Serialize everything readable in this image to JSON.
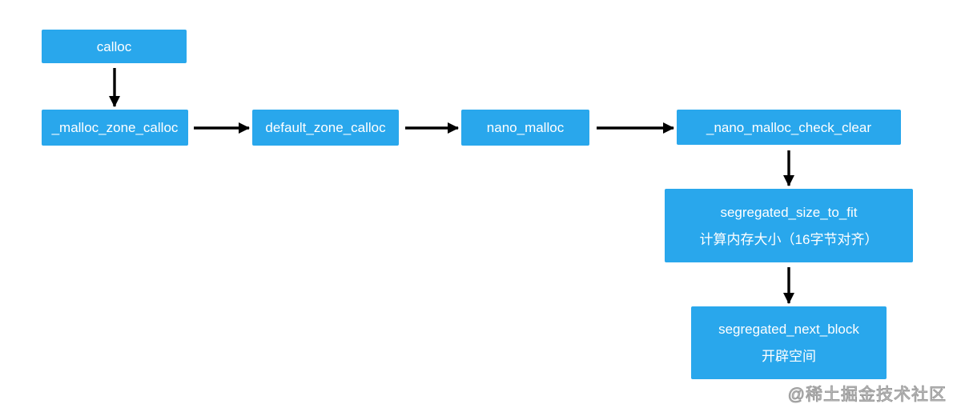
{
  "diagram": {
    "title_hint": "calloc nano-malloc call flow",
    "type": "flowchart",
    "colors": {
      "node_fill": "#29a7ec",
      "node_text": "#ffffff",
      "arrow": "#000000",
      "background": "#ffffff",
      "watermark": "#9a9a9a"
    },
    "nodes": [
      {
        "id": "calloc",
        "label": "calloc"
      },
      {
        "id": "malloc-zone-calloc",
        "label": "_malloc_zone_calloc"
      },
      {
        "id": "default-zone-calloc",
        "label": "default_zone_calloc"
      },
      {
        "id": "nano-malloc",
        "label": "nano_malloc"
      },
      {
        "id": "nano-malloc-check-clear",
        "label": "_nano_malloc_check_clear"
      },
      {
        "id": "segregated-size-to-fit",
        "label": "segregated_size_to_fit",
        "sublabel": "计算内存大小（16字节对齐）"
      },
      {
        "id": "segregated-next-block",
        "label": "segregated_next_block",
        "sublabel": "开辟空间"
      }
    ],
    "edges": [
      {
        "from": "calloc",
        "to": "malloc-zone-calloc",
        "direction": "down"
      },
      {
        "from": "malloc-zone-calloc",
        "to": "default-zone-calloc",
        "direction": "right"
      },
      {
        "from": "default-zone-calloc",
        "to": "nano-malloc",
        "direction": "right"
      },
      {
        "from": "nano-malloc",
        "to": "nano-malloc-check-clear",
        "direction": "right"
      },
      {
        "from": "nano-malloc-check-clear",
        "to": "segregated-size-to-fit",
        "direction": "down"
      },
      {
        "from": "segregated-size-to-fit",
        "to": "segregated-next-block",
        "direction": "down"
      }
    ]
  },
  "watermark": {
    "text": "@稀土掘金技术社区"
  }
}
